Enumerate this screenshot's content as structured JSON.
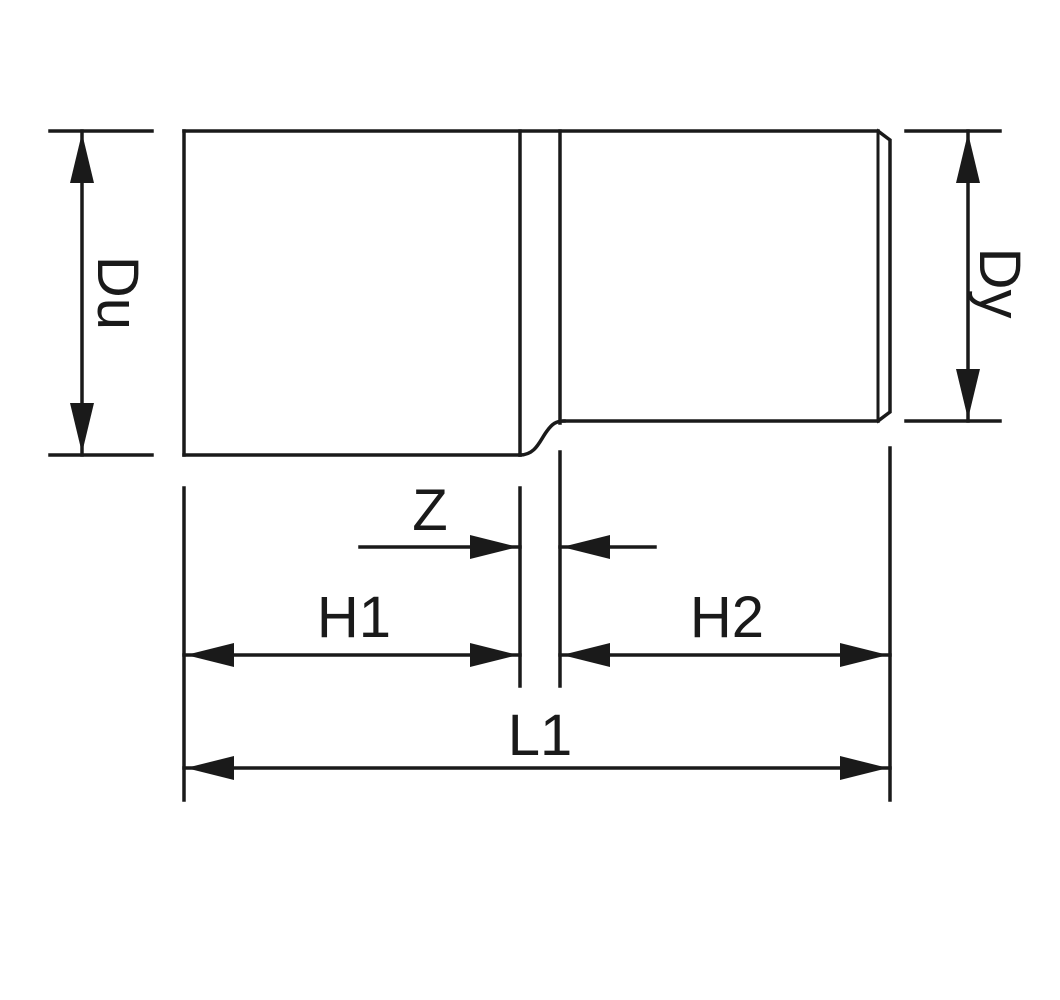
{
  "colors": {
    "line": "#1a1a1a",
    "background": "#ffffff"
  },
  "labels": {
    "du": "Du",
    "dy": "Dy",
    "z": "Z",
    "h1": "H1",
    "h2": "H2",
    "l1": "L1"
  }
}
